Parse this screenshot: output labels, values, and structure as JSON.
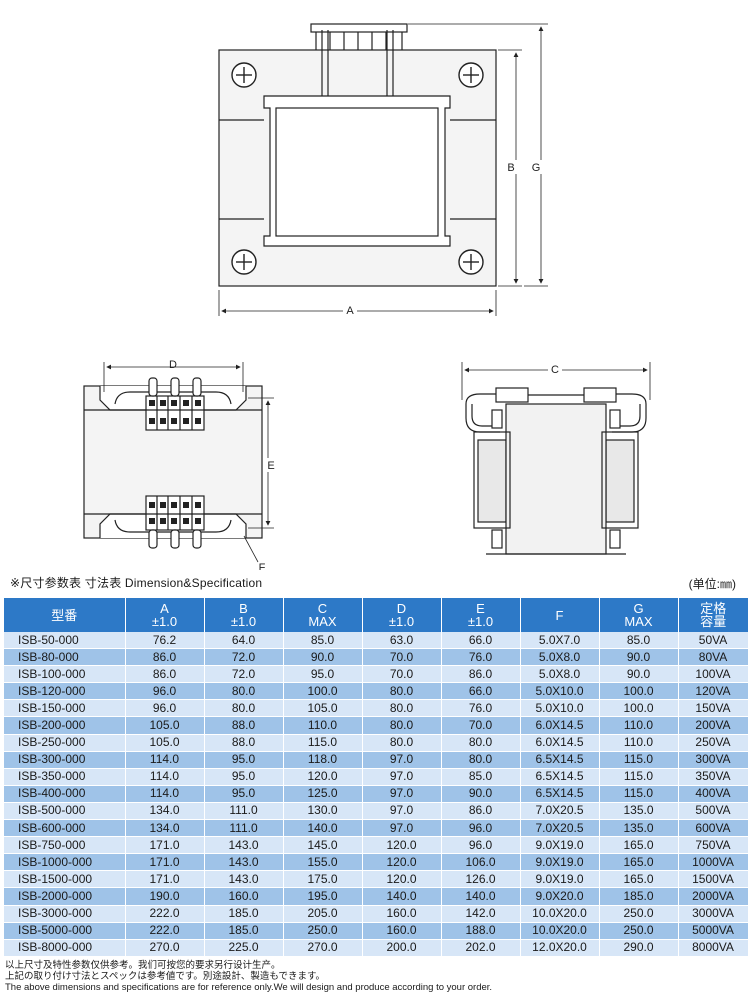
{
  "drawing": {
    "top_labels": {
      "a": "A",
      "b": "B",
      "g": "G"
    },
    "side_labels": {
      "d": "D",
      "e": "E",
      "f": "F"
    },
    "end_labels": {
      "c": "C"
    }
  },
  "caption": "※尺寸参数表  寸法表  Dimension&Specification",
  "unit": "(单位:㎜)",
  "table": {
    "headers": [
      {
        "line1": "型番",
        "line2": ""
      },
      {
        "line1": "A",
        "line2": "±1.0"
      },
      {
        "line1": "B",
        "line2": "±1.0"
      },
      {
        "line1": "C",
        "line2": "MAX"
      },
      {
        "line1": "D",
        "line2": "±1.0"
      },
      {
        "line1": "E",
        "line2": "±1.0"
      },
      {
        "line1": "F",
        "line2": ""
      },
      {
        "line1": "G",
        "line2": "MAX"
      },
      {
        "line1": "定格",
        "line2": "容量"
      }
    ],
    "rows": [
      [
        "ISB-50-000",
        "76.2",
        "64.0",
        "85.0",
        "63.0",
        "66.0",
        "5.0X7.0",
        "85.0",
        "50VA"
      ],
      [
        "ISB-80-000",
        "86.0",
        "72.0",
        "90.0",
        "70.0",
        "76.0",
        "5.0X8.0",
        "90.0",
        "80VA"
      ],
      [
        "ISB-100-000",
        "86.0",
        "72.0",
        "95.0",
        "70.0",
        "86.0",
        "5.0X8.0",
        "90.0",
        "100VA"
      ],
      [
        "ISB-120-000",
        "96.0",
        "80.0",
        "100.0",
        "80.0",
        "66.0",
        "5.0X10.0",
        "100.0",
        "120VA"
      ],
      [
        "ISB-150-000",
        "96.0",
        "80.0",
        "105.0",
        "80.0",
        "76.0",
        "5.0X10.0",
        "100.0",
        "150VA"
      ],
      [
        "ISB-200-000",
        "105.0",
        "88.0",
        "110.0",
        "80.0",
        "70.0",
        "6.0X14.5",
        "110.0",
        "200VA"
      ],
      [
        "ISB-250-000",
        "105.0",
        "88.0",
        "115.0",
        "80.0",
        "80.0",
        "6.0X14.5",
        "110.0",
        "250VA"
      ],
      [
        "ISB-300-000",
        "114.0",
        "95.0",
        "118.0",
        "97.0",
        "80.0",
        "6.5X14.5",
        "115.0",
        "300VA"
      ],
      [
        "ISB-350-000",
        "114.0",
        "95.0",
        "120.0",
        "97.0",
        "85.0",
        "6.5X14.5",
        "115.0",
        "350VA"
      ],
      [
        "ISB-400-000",
        "114.0",
        "95.0",
        "125.0",
        "97.0",
        "90.0",
        "6.5X14.5",
        "115.0",
        "400VA"
      ],
      [
        "ISB-500-000",
        "134.0",
        "111.0",
        "130.0",
        "97.0",
        "86.0",
        "7.0X20.5",
        "135.0",
        "500VA"
      ],
      [
        "ISB-600-000",
        "134.0",
        "111.0",
        "140.0",
        "97.0",
        "96.0",
        "7.0X20.5",
        "135.0",
        "600VA"
      ],
      [
        "ISB-750-000",
        "171.0",
        "143.0",
        "145.0",
        "120.0",
        "96.0",
        "9.0X19.0",
        "165.0",
        "750VA"
      ],
      [
        "ISB-1000-000",
        "171.0",
        "143.0",
        "155.0",
        "120.0",
        "106.0",
        "9.0X19.0",
        "165.0",
        "1000VA"
      ],
      [
        "ISB-1500-000",
        "171.0",
        "143.0",
        "175.0",
        "120.0",
        "126.0",
        "9.0X19.0",
        "165.0",
        "1500VA"
      ],
      [
        "ISB-2000-000",
        "190.0",
        "160.0",
        "195.0",
        "140.0",
        "140.0",
        "9.0X20.0",
        "185.0",
        "2000VA"
      ],
      [
        "ISB-3000-000",
        "222.0",
        "185.0",
        "205.0",
        "160.0",
        "142.0",
        "10.0X20.0",
        "250.0",
        "3000VA"
      ],
      [
        "ISB-5000-000",
        "222.0",
        "185.0",
        "250.0",
        "160.0",
        "188.0",
        "10.0X20.0",
        "250.0",
        "5000VA"
      ],
      [
        "ISB-8000-000",
        "270.0",
        "225.0",
        "270.0",
        "200.0",
        "202.0",
        "12.0X20.0",
        "290.0",
        "8000VA"
      ]
    ]
  },
  "notes": [
    "以上尺寸及特性参数仅供参考。我们可按您的要求另行设计生产。",
    "上記の取り付け寸法とスペックは参考値です。別途設計、製造もできます。",
    "The above dimensions and specifications are for reference only.We will  design and produce  according to your order."
  ],
  "colors": {
    "header_bg": "#2d79c7",
    "row_light": "#d7e6f7",
    "row_dark": "#9fc3e8"
  }
}
